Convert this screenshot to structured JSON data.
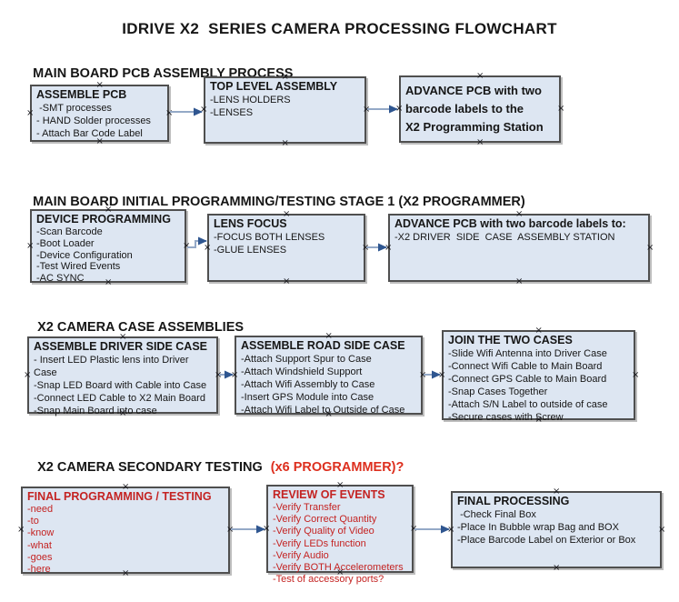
{
  "palette": {
    "box_fill": "#dde6f2",
    "box_border": "#4f4f4f",
    "arrow_line": "#94a9c7",
    "arrow_head": "#2f5690",
    "red_text": "#c42322",
    "heading_red": "#dd2f1e"
  },
  "icons": {
    "connection_marker": "×"
  },
  "title": "IDRIVE X2  SERIES CAMERA PROCESSING FLOWCHART",
  "sections": [
    {
      "heading": "MAIN BOARD PCB ASSEMBLY PROCESS",
      "boxes": [
        {
          "title": "ASSEMBLE PCB",
          "items": [
            " -SMT processes",
            "- HAND Solder processes",
            "- Attach Bar Code Label"
          ]
        },
        {
          "title": "TOP LEVEL ASSEMBLY",
          "items": [
            "-LENS HOLDERS",
            "-LENSES"
          ]
        },
        {
          "title": "ADVANCE PCB with two\nbarcode labels to the\n X2 Programming Station",
          "items": []
        }
      ]
    },
    {
      "heading": "MAIN BOARD INITIAL PROGRAMMING/TESTING STAGE 1 (X2 PROGRAMMER)",
      "boxes": [
        {
          "title": "DEVICE PROGRAMMING",
          "items": [
            "-Scan Barcode",
            "-Boot Loader",
            "-Device Configuration",
            "-Test Wired Events",
            "-AC SYNC"
          ]
        },
        {
          "title": "LENS FOCUS",
          "items": [
            "-FOCUS BOTH LENSES",
            "-GLUE LENSES"
          ]
        },
        {
          "title": "ADVANCE PCB with two barcode labels to:",
          "items": [
            "-X2 DRIVER  SIDE  CASE  ASSEMBLY STATION"
          ]
        }
      ]
    },
    {
      "heading": "X2 CAMERA CASE ASSEMBLIES",
      "boxes": [
        {
          "title": "ASSEMBLE DRIVER SIDE CASE",
          "items": [
            "- Insert LED Plastic lens into Driver Case",
            "-Snap LED Board with Cable into Case",
            "-Connect LED Cable to X2 Main Board",
            "-Snap Main Board into case"
          ]
        },
        {
          "title": "ASSEMBLE ROAD SIDE CASE",
          "items": [
            "-Attach Support Spur to Case",
            "-Attach Windshield Support",
            "-Attach Wifi Assembly to Case",
            "-Insert GPS Module into Case",
            "-Attach Wifi Label to Outside of Case"
          ]
        },
        {
          "title": "JOIN THE TWO CASES",
          "items": [
            "-Slide Wifi Antenna into Driver Case",
            "-Connect Wifi Cable to Main Board",
            "-Connect GPS Cable to Main Board",
            "-Snap Cases Together",
            "-Attach S/N Label to outside of case",
            "-Secure cases with Screw"
          ]
        }
      ]
    },
    {
      "heading": "X2 CAMERA SECONDARY TESTING",
      "heading_suffix": "(x6 PROGRAMMER)?",
      "boxes": [
        {
          "title": "FINAL PROGRAMMING / TESTING",
          "items": [
            "-need",
            "-to",
            "-know",
            "-what",
            "-goes",
            "-here"
          ]
        },
        {
          "title": "REVIEW OF EVENTS",
          "items": [
            "-Verify Transfer",
            "-Verify Correct Quantity",
            "-Verify Quality of Video",
            "-Verify LEDs function",
            "-Verify Audio",
            "-Verify BOTH Accelerometers",
            "-Test of accessory ports?"
          ]
        },
        {
          "title": "FINAL PROCESSING",
          "items": [
            " -Check Final Box",
            "-Place In Bubble wrap Bag and BOX",
            "-Place Barcode Label on Exterior or Box"
          ]
        }
      ]
    }
  ]
}
